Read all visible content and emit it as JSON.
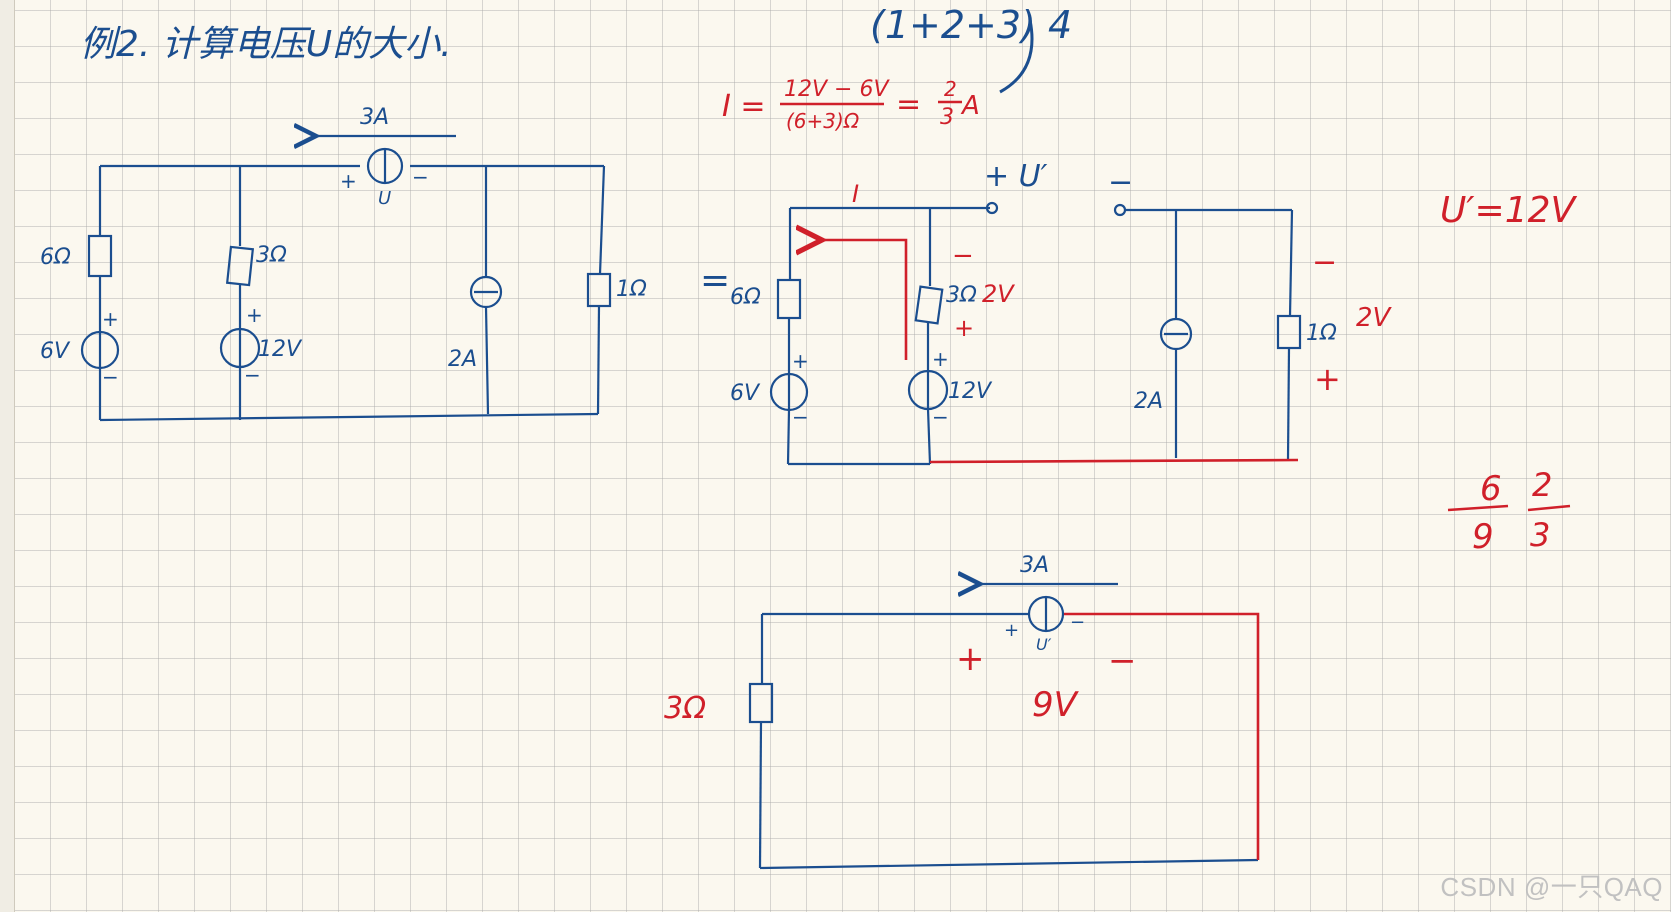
{
  "title": "例2. 计算电压U的大小.",
  "colors": {
    "ink_blue": "#1b4e8f",
    "ink_red": "#d0202a",
    "paper": "#fbf8ef"
  },
  "top_expr": "(1+2+3) 4",
  "circuit1": {
    "current_arrow": "3A",
    "src_u_label": "U",
    "plus": "+",
    "minus": "−",
    "r6": "6Ω",
    "r3": "3Ω",
    "r1": "1Ω",
    "v6": "6V",
    "v12": "12V",
    "cs2": "2A"
  },
  "equals": "=",
  "circuit2": {
    "formula": {
      "lhs": "I =",
      "numerator": "12V − 6V",
      "denominator": "(6+3)Ω",
      "eq": "=",
      "result_num": "2",
      "result_den": "3",
      "result_unit": "A"
    },
    "u_prime_label": "+ U′",
    "u_prime_minus": "−",
    "current_label": "I",
    "r6": "6Ω",
    "r3": "3Ω",
    "r3_volt": "2V",
    "r1": "1Ω",
    "r1_volt": "2V",
    "v6": "6V",
    "v12": "12V",
    "cs2": "2A",
    "plus": "+",
    "minus": "−"
  },
  "side_result": "U′=12V",
  "fraction_notes": {
    "a_num": "6",
    "a_den": "9",
    "b_num": "2",
    "b_den": "3"
  },
  "circuit3": {
    "current_arrow": "3A",
    "r3": "3Ω",
    "src_u_label": "U′",
    "plus": "+",
    "minus": "−",
    "volt": "9V"
  },
  "watermark": "CSDN @一只QAQ"
}
